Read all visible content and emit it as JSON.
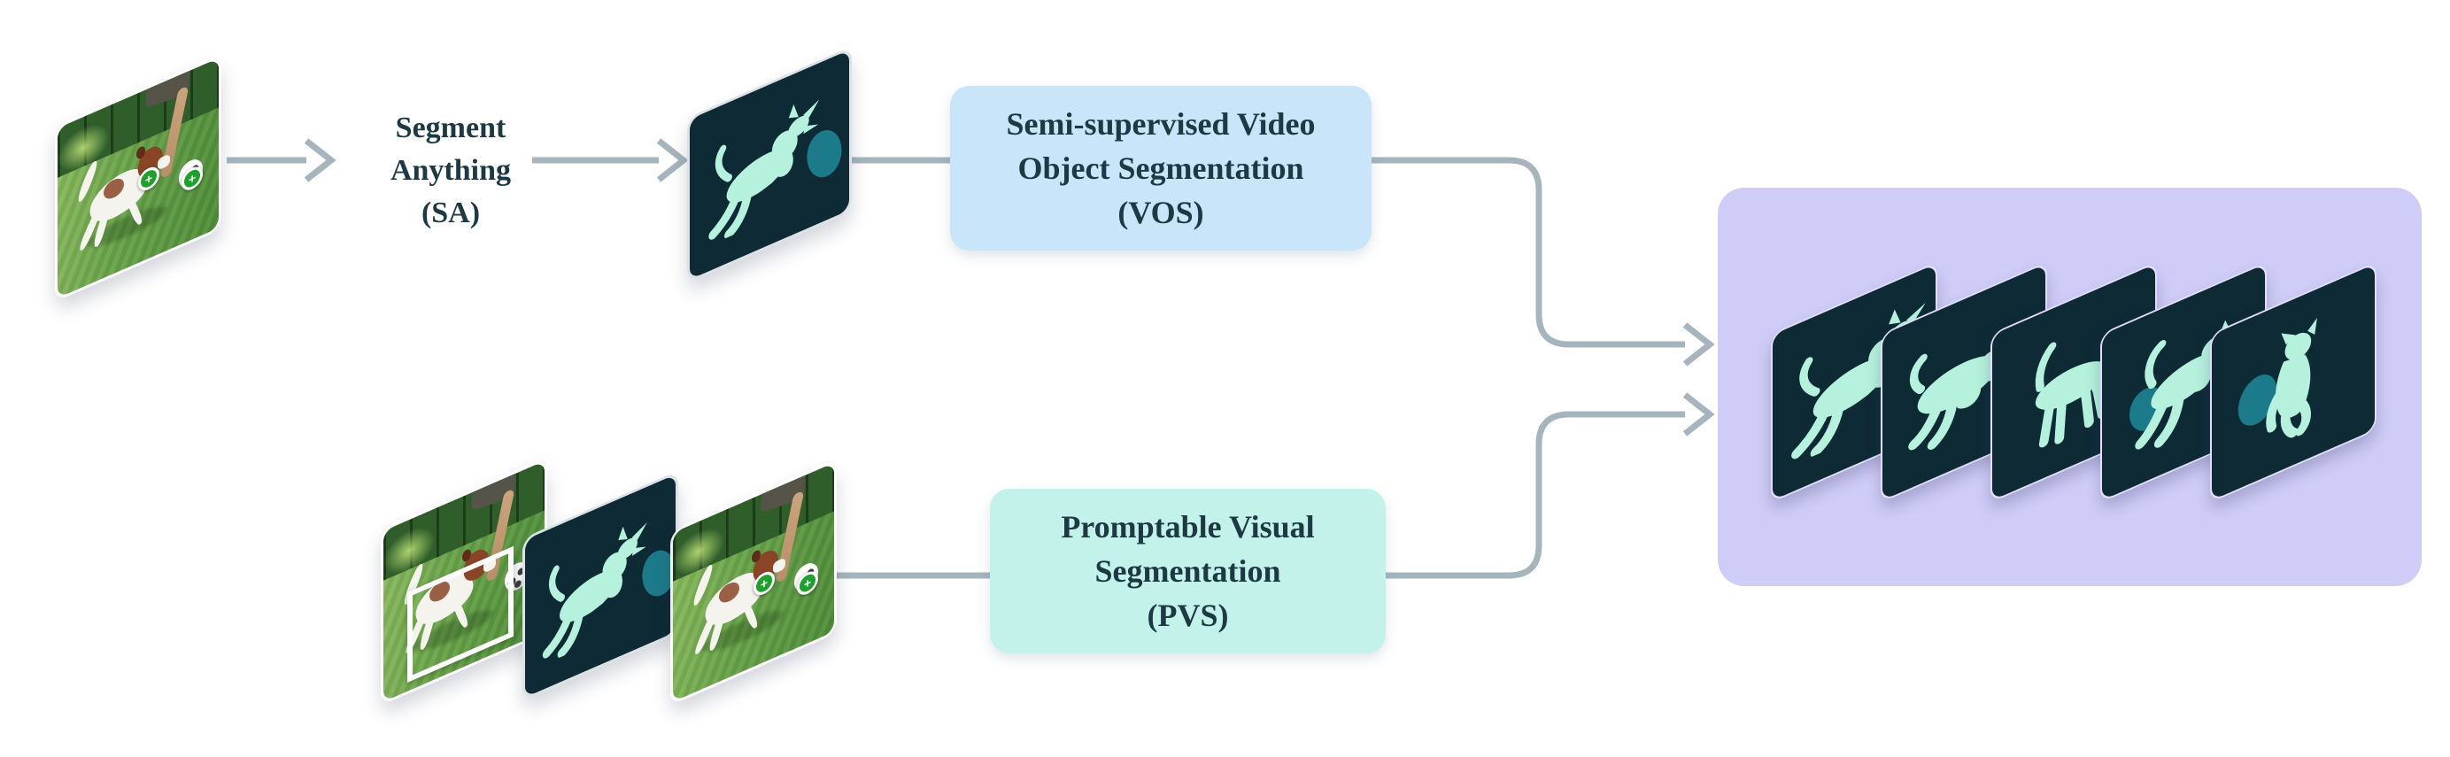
{
  "labels": {
    "sa": {
      "line1": "Segment",
      "line2": "Anything",
      "line3": "(SA)"
    },
    "vos": {
      "line1": "Semi-supervised Video",
      "line2": "Object Segmentation",
      "line3": "(VOS)"
    },
    "pvs": {
      "line1": "Promptable Visual",
      "line2": "Segmentation",
      "line3": "(PVS)"
    }
  },
  "markers": {
    "symbol": "+"
  },
  "diagram": {
    "input": "video frame of dog playing with ball, two positive point prompts",
    "top_branch": [
      "input frame",
      "Segment Anything (SA)",
      "mask frame",
      "VOS box",
      "output video masks"
    ],
    "bottom_branch": [
      "box prompt frame + mask frame + points frame",
      "PVS box",
      "output video masks"
    ],
    "output_frames_count": 5
  },
  "colors": {
    "text": "#1c3944",
    "arrow": "#a6b4bd",
    "vos-fill": "#c8e5fa",
    "pvs-fill": "#c3f2ea",
    "purple-fill": "#cfccf7",
    "card-dark": "#0d2a35",
    "mint": "#b5f1dc",
    "teal": "#1c7b8b",
    "marker-green": "#1ea12c",
    "grass1": "#8cbb5e",
    "grass2": "#4e8c38",
    "trees": "#2f5e2b",
    "skin": "#c79d77",
    "shorts": "#565349",
    "dog-white": "#f5f3ee",
    "dog-brown": "#8a4527"
  }
}
